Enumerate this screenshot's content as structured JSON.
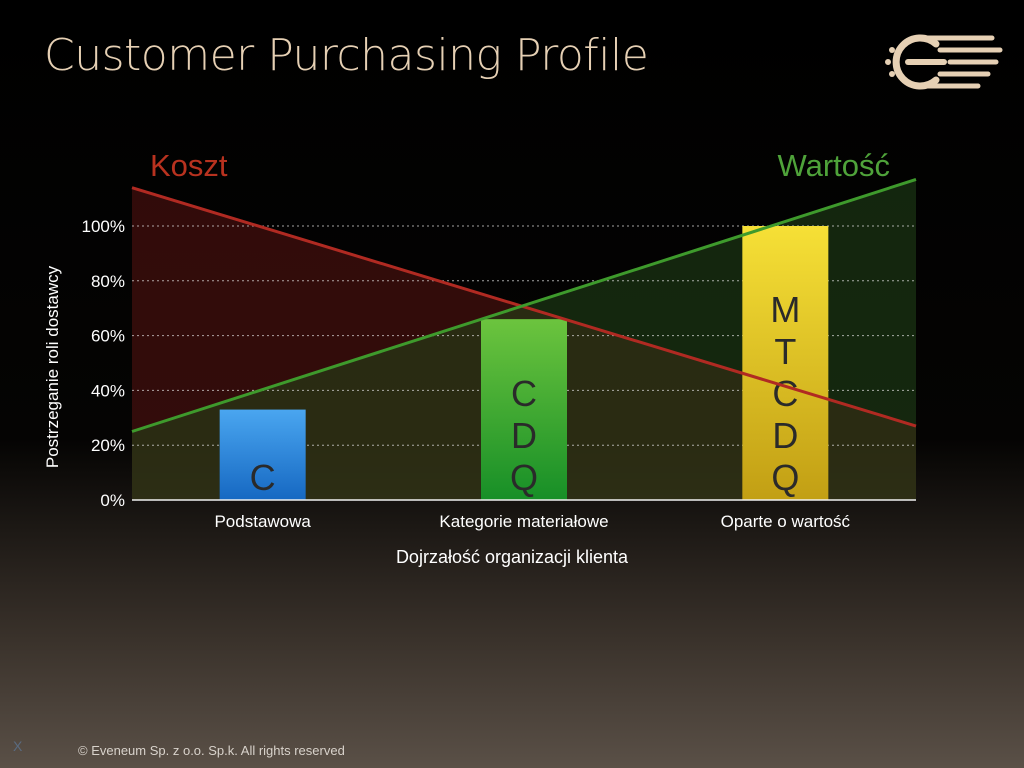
{
  "slide": {
    "title": "Customer Purchasing Profile",
    "footer": "©  Eveneum Sp. z o.o. Sp.k. All rights reserved",
    "slide_marker": "X"
  },
  "logo": {
    "icon": "eveneum-logo-icon",
    "color": "#e6d0b4"
  },
  "chart_data": {
    "type": "bar",
    "title": "",
    "categories": [
      "Podstawowa",
      "Kategorie materiałowe",
      "Oparte o wartość"
    ],
    "values": [
      33,
      66,
      100
    ],
    "bar_labels": [
      [
        "C"
      ],
      [
        "C",
        "D",
        "Q"
      ],
      [
        "M",
        "T",
        "C",
        "D",
        "Q"
      ]
    ],
    "bar_colors": [
      [
        "#4aa6f0",
        "#1668c2"
      ],
      [
        "#6cc43e",
        "#178f27"
      ],
      [
        "#f6e036",
        "#c29f14"
      ]
    ],
    "xlabel": "Dojrzałość organizacji klienta",
    "ylabel": "Postrzeganie roli dostawcy",
    "ylim": [
      0,
      100
    ],
    "yticks": [
      "0%",
      "20%",
      "40%",
      "60%",
      "80%",
      "100%"
    ],
    "grid": true,
    "overlays": [
      {
        "name": "Koszt",
        "type": "area-line",
        "x_range": [
          -0.5,
          2.5
        ],
        "y": [
          114,
          27
        ],
        "color": "#b02a22",
        "fill": "#5a1412"
      },
      {
        "name": "Wartość",
        "type": "area-line",
        "x_range": [
          -0.5,
          2.5
        ],
        "y": [
          25,
          117
        ],
        "color": "#3e9a2c",
        "fill": "#23451a"
      }
    ]
  }
}
